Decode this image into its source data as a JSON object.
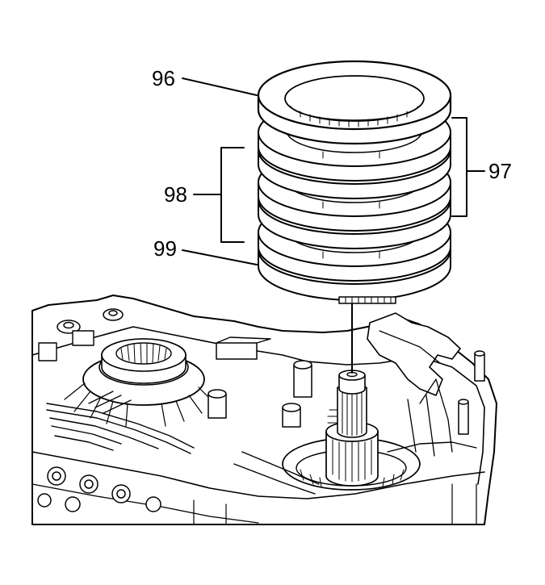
{
  "diagram": {
    "callouts": {
      "c96": "96",
      "c97": "97",
      "c98": "98",
      "c99": "99"
    }
  }
}
